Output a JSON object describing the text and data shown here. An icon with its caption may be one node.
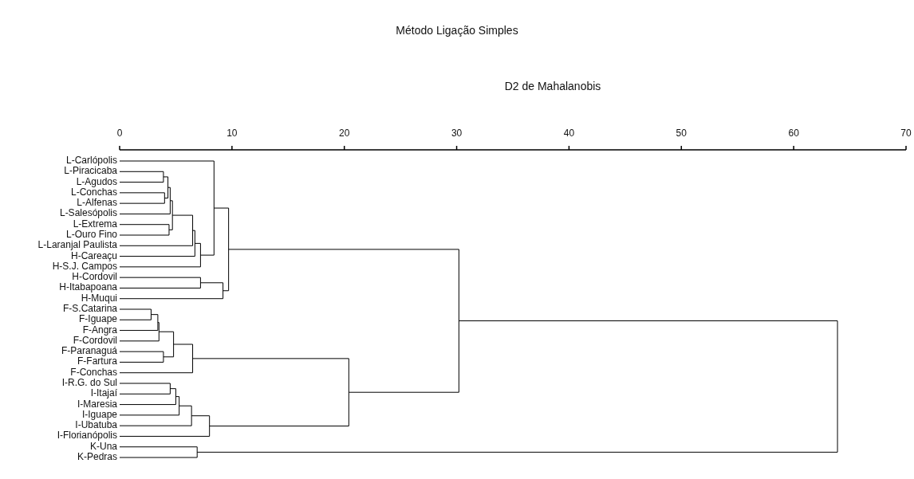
{
  "diagram": {
    "title": "Método Ligação Simples",
    "labels": [
      "D2 de Mahalanobis",
      "0",
      "10",
      "20",
      "30",
      "40",
      "50",
      "60",
      "70",
      "L-Carlópolis",
      "L-Piracicaba",
      "L-Agudos",
      "L-Conchas",
      "L-Alfenas",
      "L-Salesópolis",
      "L-Extrema",
      "L-Ouro Fino",
      "L-Laranjal Paulista",
      "H-Careaçu",
      "H-S.J. Campos",
      "H-Cordovil",
      "H-Itabapoana",
      "H-Muqui",
      "F-S.Catarina",
      "F-Iguape",
      "F-Angra",
      "F-Cordovil",
      "F-Paranaguá",
      "F-Fartura",
      "F-Conchas",
      "I-R.G. do Sul",
      "I-Itajaí",
      "I-Maresia",
      "I-Iguape",
      "I-Ubatuba",
      "I-Florianópolis",
      "K-Una",
      "K-Pedras"
    ]
  }
}
